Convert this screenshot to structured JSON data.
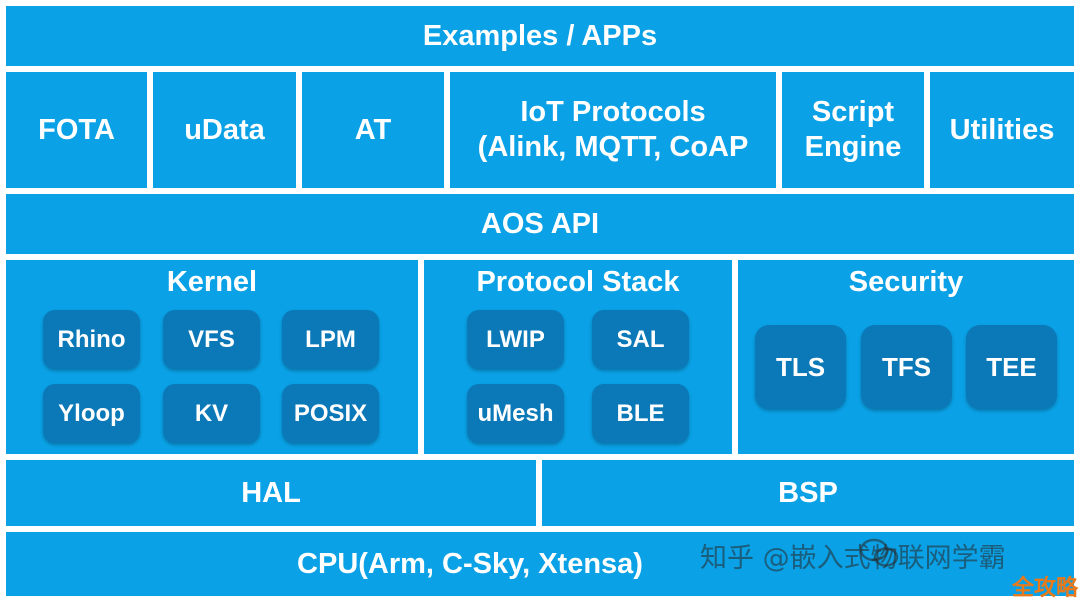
{
  "top_bar": {
    "label": "Examples / APPs"
  },
  "apps_row": [
    {
      "key": "fota",
      "label": "FOTA"
    },
    {
      "key": "udata",
      "label": "uData"
    },
    {
      "key": "at",
      "label": "AT"
    },
    {
      "key": "iot",
      "line1": "IoT Protocols",
      "line2": "(Alink, MQTT, CoAP"
    },
    {
      "key": "script",
      "line1": "Script",
      "line2": "Engine"
    },
    {
      "key": "utilities",
      "label": "Utilities"
    }
  ],
  "api_bar": {
    "label": "AOS API"
  },
  "kernel": {
    "title": "Kernel",
    "modules": [
      "Rhino",
      "VFS",
      "LPM",
      "Yloop",
      "KV",
      "POSIX"
    ]
  },
  "protocol_stack": {
    "title": "Protocol Stack",
    "modules": [
      "LWIP",
      "SAL",
      "uMesh",
      "BLE"
    ]
  },
  "security": {
    "title": "Security",
    "modules": [
      "TLS",
      "TFS",
      "TEE"
    ]
  },
  "hal": {
    "label": "HAL"
  },
  "bsp": {
    "label": "BSP"
  },
  "cpu_bar": {
    "label": "CPU(Arm, C-Sky, Xtensa)"
  },
  "watermark": {
    "text": "知乎 @嵌入式物联网学霸"
  },
  "corner_logo": {
    "text": "全攻略"
  },
  "colors": {
    "layer": "#0aa1e6",
    "module": "#0b78b8",
    "text": "#ffffff"
  }
}
